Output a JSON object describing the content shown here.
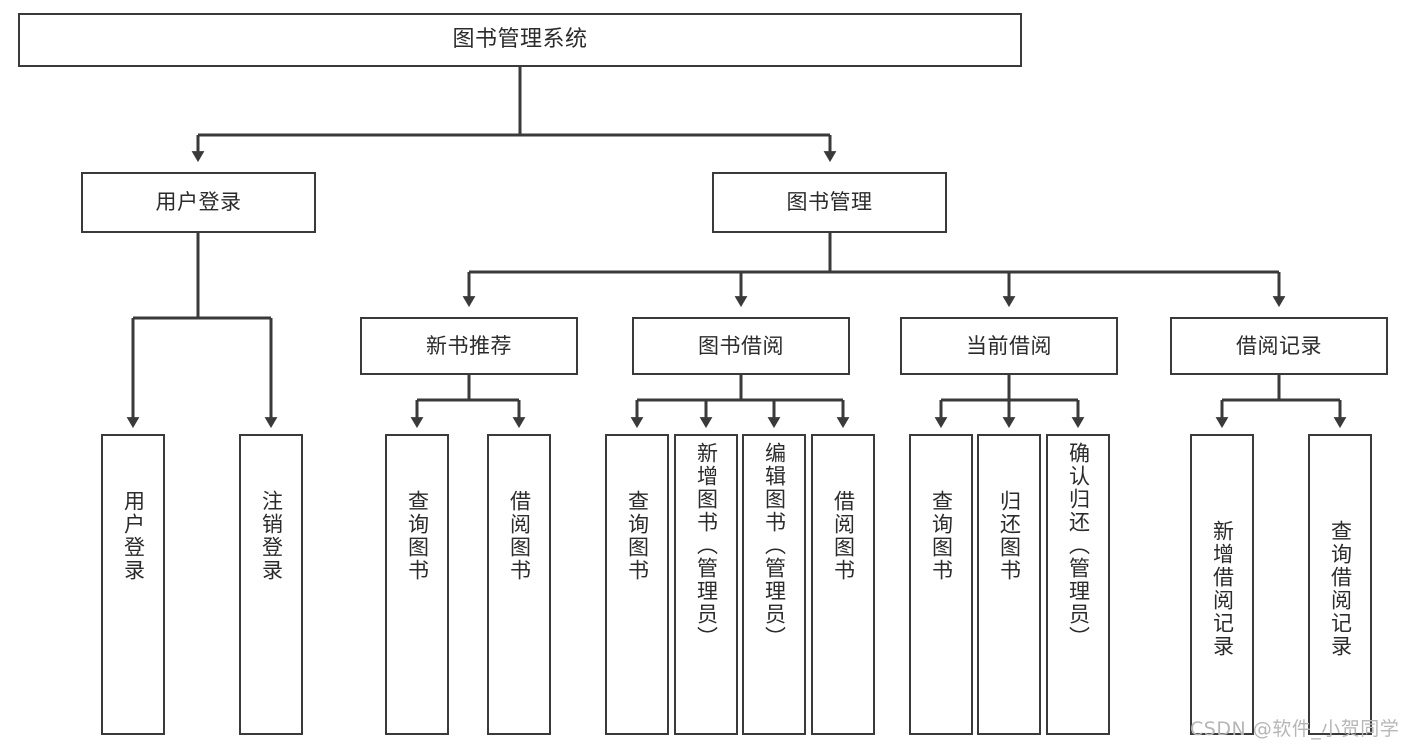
{
  "diagram": {
    "title": "图书管理系统",
    "type": "hierarchy-tree",
    "nodes": {
      "root": {
        "label": "图书管理系统"
      },
      "level2": [
        {
          "id": "user-login",
          "label": "用户登录"
        },
        {
          "id": "book-manage",
          "label": "图书管理"
        }
      ],
      "level3": [
        {
          "id": "new-book-rec",
          "label": "新书推荐"
        },
        {
          "id": "book-borrow",
          "label": "图书借阅"
        },
        {
          "id": "current-borrow",
          "label": "当前借阅"
        },
        {
          "id": "borrow-record",
          "label": "借阅记录"
        }
      ],
      "leaves": {
        "user_login": [
          {
            "id": "leaf-user-login",
            "label": "用户登录"
          },
          {
            "id": "leaf-logout",
            "label": "注销登录"
          }
        ],
        "new_book_rec": [
          {
            "id": "leaf-query-book-1",
            "label": "查询图书"
          },
          {
            "id": "leaf-borrow-book-1",
            "label": "借阅图书"
          }
        ],
        "book_borrow": [
          {
            "id": "leaf-query-book-2",
            "label": "查询图书"
          },
          {
            "id": "leaf-add-book",
            "label": "新增图书（管理员）"
          },
          {
            "id": "leaf-edit-book",
            "label": "编辑图书（管理员）"
          },
          {
            "id": "leaf-borrow-book-2",
            "label": "借阅图书"
          }
        ],
        "current_borrow": [
          {
            "id": "leaf-query-book-3",
            "label": "查询图书"
          },
          {
            "id": "leaf-return-book",
            "label": "归还图书"
          },
          {
            "id": "leaf-confirm-return",
            "label": "确认归还（管理员）"
          }
        ],
        "borrow_record": [
          {
            "id": "leaf-add-record",
            "label": "新增借阅记录"
          },
          {
            "id": "leaf-query-record",
            "label": "查询借阅记录"
          }
        ]
      }
    },
    "colors": {
      "stroke": "#3a3a3a",
      "background": "#ffffff",
      "text": "#2b2b2b",
      "watermark": "#b6b6b6"
    }
  },
  "watermark": {
    "text": "CSDN @软件_小贺同学"
  }
}
